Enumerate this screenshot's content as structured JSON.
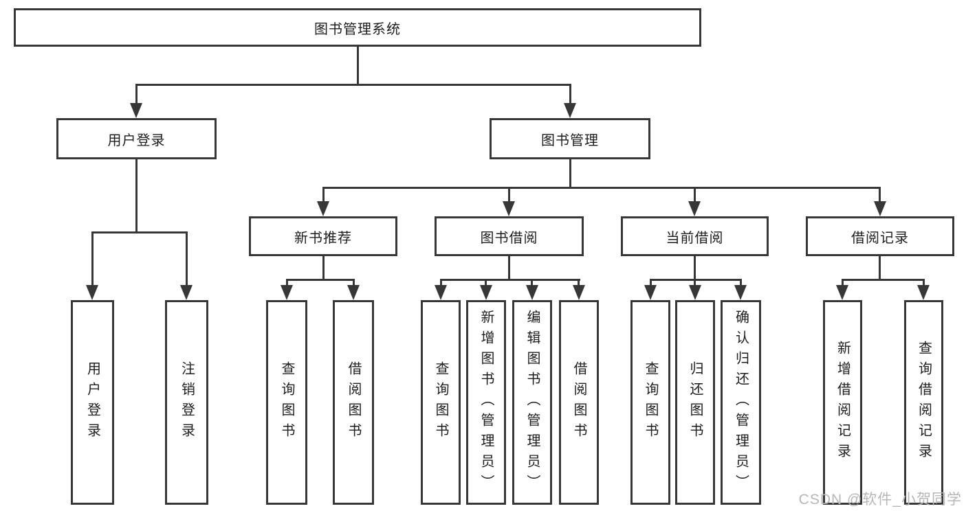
{
  "nodes": {
    "root": "图书管理系统",
    "user_login": "用户登录",
    "book_mgmt": "图书管理",
    "new_book_rec": "新书推荐",
    "book_borrow": "图书借阅",
    "current_borrow": "当前借阅",
    "borrow_records": "借阅记录",
    "leaf_user_login": "用户登录",
    "leaf_logout": "注销登录",
    "leaf_nb_query": "查询图书",
    "leaf_nb_borrow": "借阅图书",
    "leaf_bb_query": "查询图书",
    "leaf_bb_add": "新增图书（管理员）",
    "leaf_bb_edit": "编辑图书（管理员）",
    "leaf_bb_borrow": "借阅图书",
    "leaf_cb_query": "查询图书",
    "leaf_cb_return": "归还图书",
    "leaf_cb_confirm": "确认归还（管理员）",
    "leaf_br_add": "新增借阅记录",
    "leaf_br_query": "查询借阅记录"
  },
  "watermark": "CSDN @软件_小贺同学",
  "colors": {
    "line": "#373737",
    "text": "#1d1d1d",
    "watermark": "#b6b6b6",
    "background": "#ffffff"
  }
}
